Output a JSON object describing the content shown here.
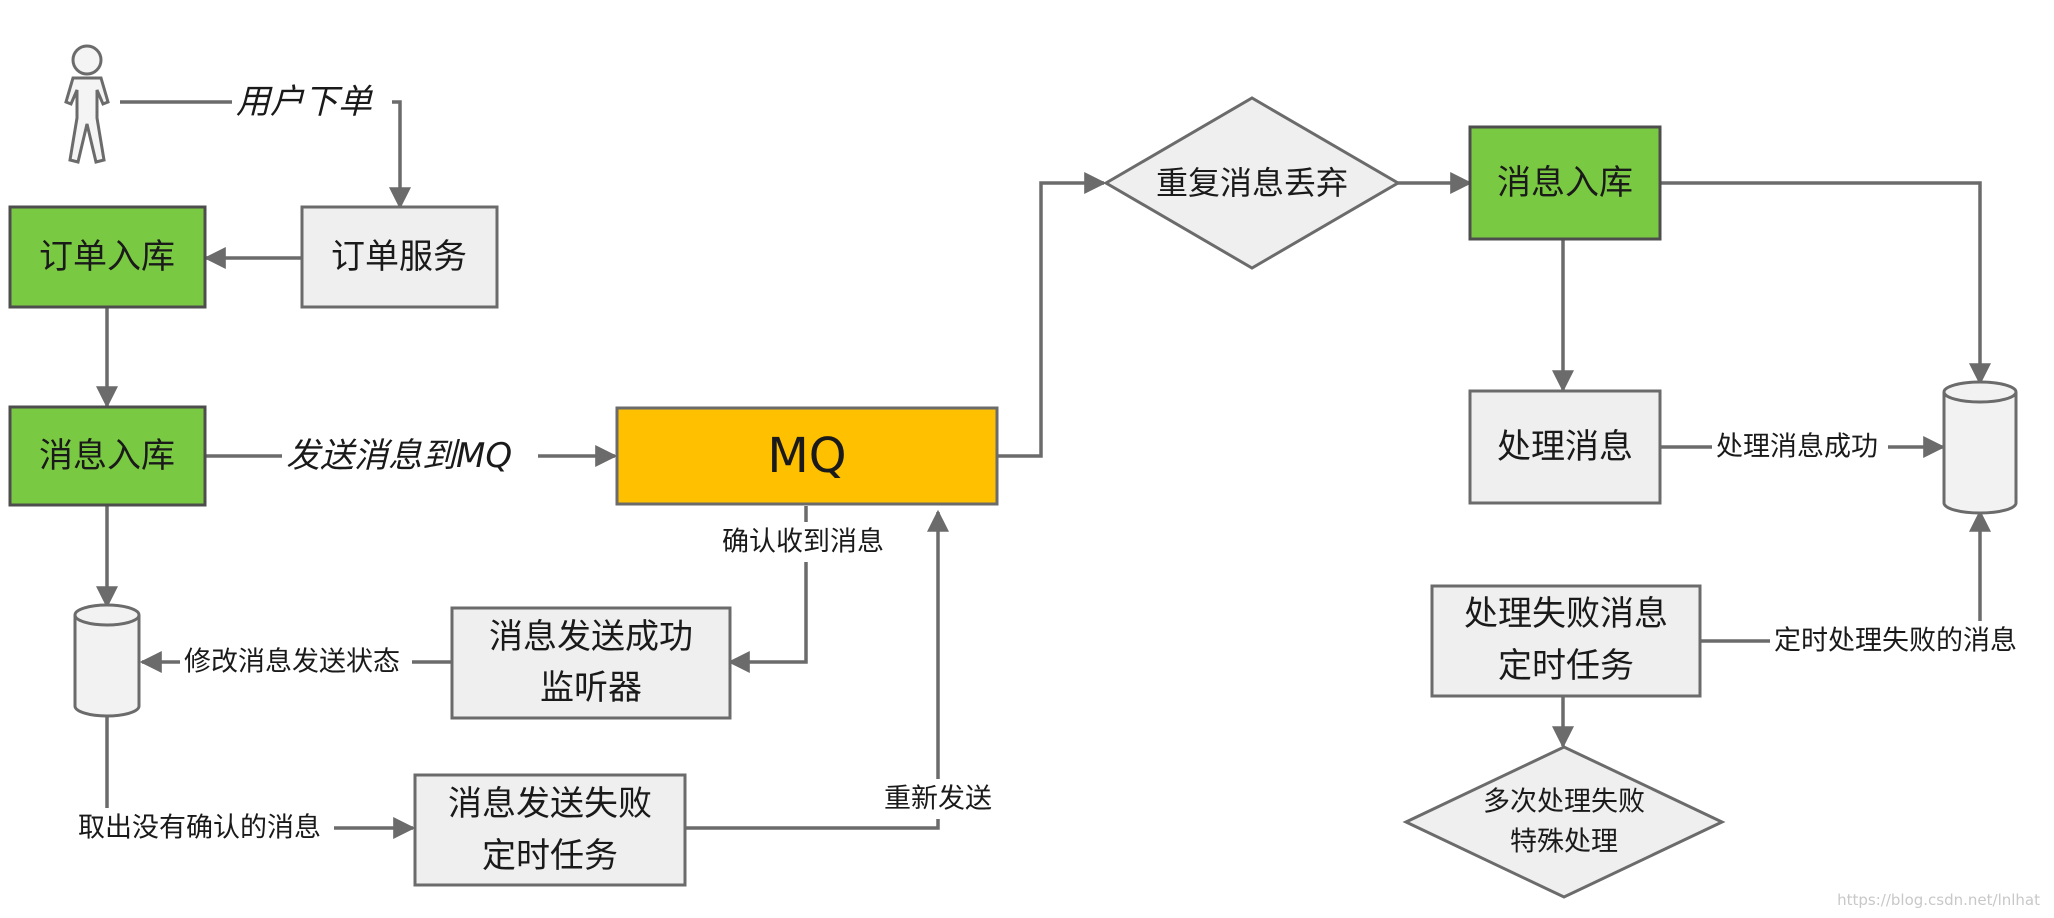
{
  "nodes": {
    "order_service": "订单服务",
    "order_db": "订单入库",
    "msg_db_left": "消息入库",
    "mq": "MQ",
    "send_success_listener": [
      "消息发送成功",
      "监听器"
    ],
    "send_fail_task": [
      "消息发送失败",
      "定时任务"
    ],
    "dup_discard": "重复消息丢弃",
    "msg_db_right": "消息入库",
    "process_msg": "处理消息",
    "fail_task": [
      "处理失败消息",
      "定时任务"
    ],
    "multi_fail": [
      "多次处理失败",
      "特殊处理"
    ]
  },
  "edges": {
    "user_order": "用户下单",
    "send_to_mq": "发送消息到MQ",
    "confirm_received": "确认收到消息",
    "modify_status": "修改消息发送状态",
    "fetch_unconfirmed": "取出没有确认的消息",
    "resend": "重新发送",
    "process_success": "处理消息成功",
    "timed_fail_process": "定时处理失败的消息"
  },
  "watermark": "https://blog.csdn.net/lnlhat",
  "colors": {
    "green": "#7ac943",
    "mq": "#ffc000",
    "gray_box": "#efefef",
    "line": "#6b6b6b"
  }
}
